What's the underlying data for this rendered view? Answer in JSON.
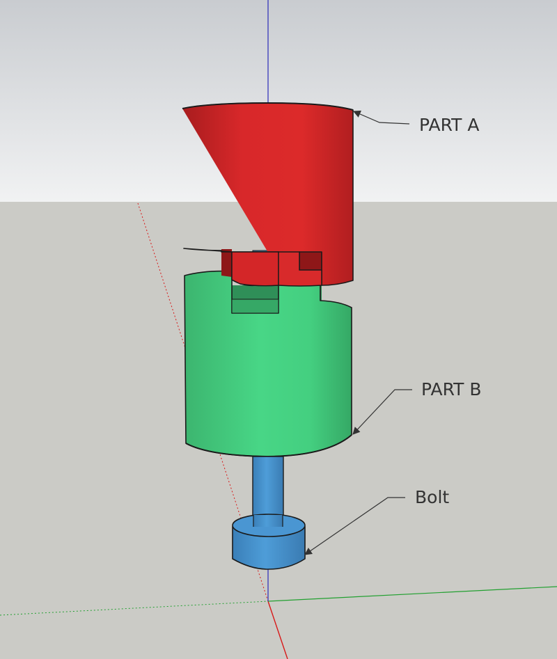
{
  "labels": {
    "part_a": "PART A",
    "part_b": "PART B",
    "bolt": "Bolt"
  },
  "colors": {
    "sky_top": "#c9ccd0",
    "sky_bottom": "#f1f2f3",
    "ground": "#cbcbc6",
    "part_a": "#d8282a",
    "part_b": "#45d283",
    "bolt": "#4a96d2",
    "axis_blue": "#2a2ab8",
    "axis_red": "#d81818",
    "axis_green": "#22a030",
    "outline": "#1a1a1a",
    "label_text": "#333333"
  }
}
